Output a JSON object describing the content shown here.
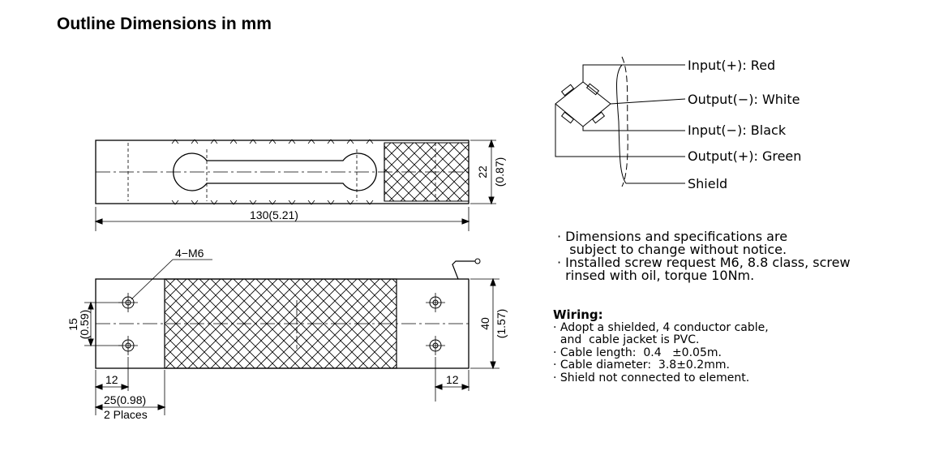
{
  "title": "Outline Dimensions in mm",
  "top_view": {
    "length_label": "130(5.21)",
    "height_mm": "22",
    "height_in": "(0.87)"
  },
  "bottom_view": {
    "thread_label": "4−M6",
    "hole_spacing_mm": "15",
    "hole_spacing_in": "(0.59)",
    "width_mm": "40",
    "width_in": "(1.57)",
    "edge_left": "12",
    "edge_right": "12",
    "mount_dist": "25(0.98)",
    "places": "2 Places"
  },
  "wiring_diagram": {
    "wires": [
      "Input(+): Red",
      "Output(−): White",
      "Input(−): Black",
      "Output(+): Green",
      "Shield"
    ]
  },
  "notes": [
    "· Dimensions and specifications are",
    "   subject to change without notice.",
    "· Installed screw request M6, 8.8 class, screw",
    "  rinsed with oil, torque 10Nm."
  ],
  "wiring": {
    "title": "Wiring:",
    "lines": [
      "· Adopt a shielded, 4 conductor cable,",
      "  and  cable jacket is PVC.",
      "· Cable length:  0.4   ±0.05m.",
      "· Cable diameter:  3.8±0.2mm.",
      "· Shield not connected to element."
    ]
  }
}
